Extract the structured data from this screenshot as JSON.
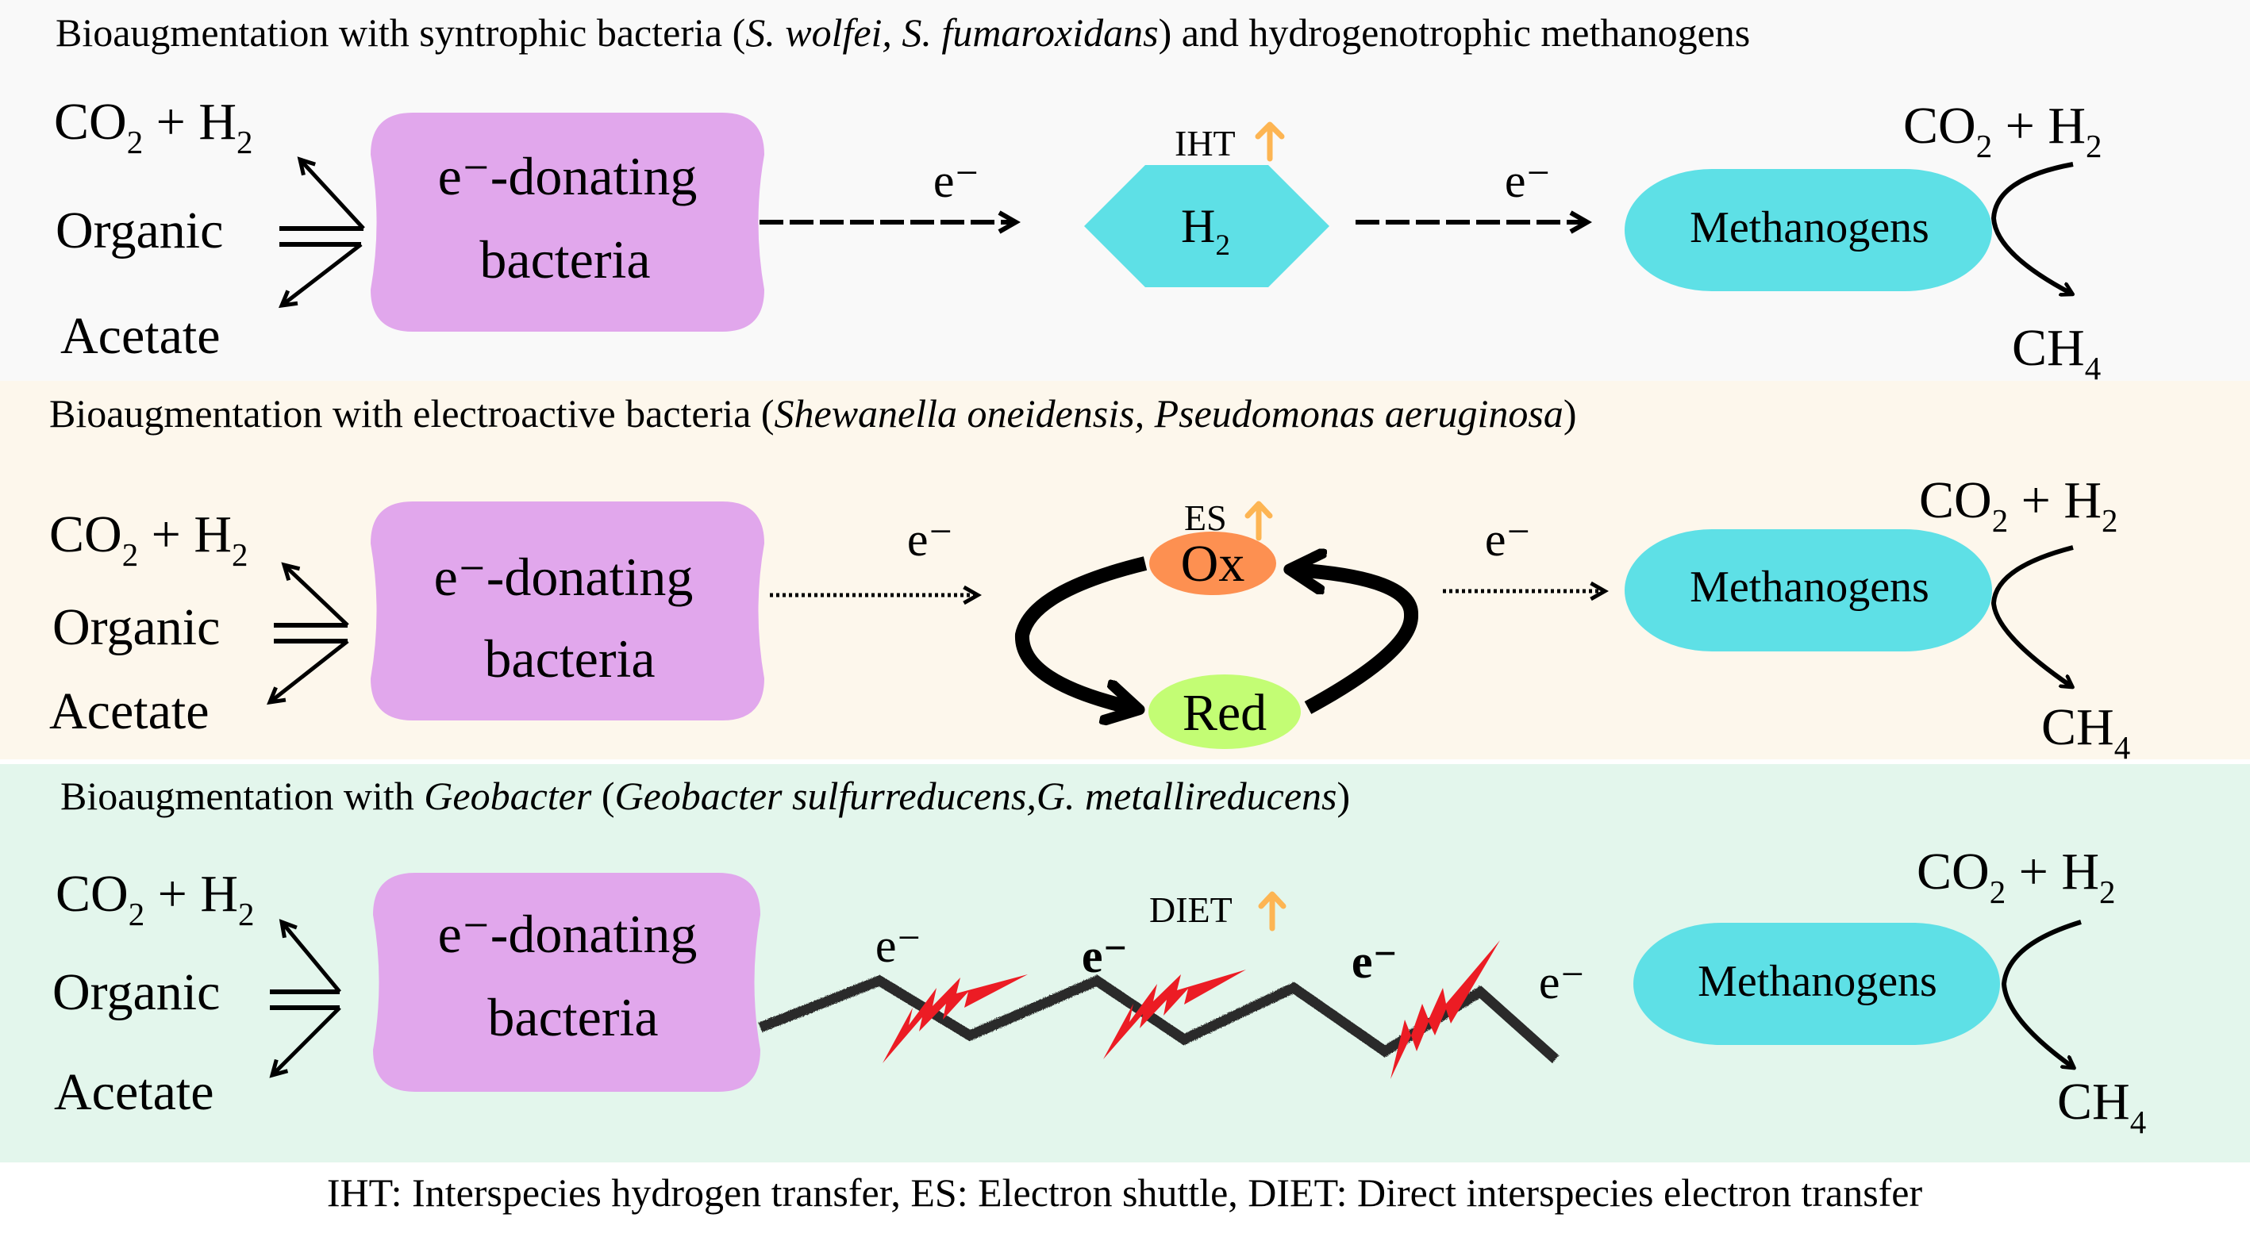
{
  "colors": {
    "band1_bg": "#f9f9f9",
    "band2_bg": "#fdf7ec",
    "band3_bg": "#e3f6ec",
    "donor_box": "#e1a7ec",
    "methanogen_box": "#5ee0e6",
    "h2_hexagon": "#5ee0e6",
    "ox_node": "#fd9051",
    "red_node": "#c3fd74",
    "increase_arrow": "#fdb553",
    "lightning": "#ec1c24",
    "nanowire": "#2a2a2a"
  },
  "common": {
    "donor_line1": "e⁻-donating",
    "donor_line2": "bacteria",
    "methanogens": "Methanogens",
    "electron": "e⁻",
    "substrate_co2": "CO",
    "substrate_h2": "H",
    "sub2": "2",
    "sub4": "4",
    "plus": " + ",
    "organic": "Organic",
    "acetate": "Acetate",
    "ch4": "CH"
  },
  "panels": [
    {
      "title_prefix": "Bioaugmentation with syntrophic bacteria (",
      "title_italic": "S. wolfei, S. fumaroxidans",
      "title_suffix": ") and hydrogenotrophic methanogens",
      "mediator": "H",
      "mediator_sub": "2",
      "mechanism_tag": "IHT",
      "arrow_style": "dashed"
    },
    {
      "title_prefix": "Bioaugmentation with electroactive bacteria (",
      "title_italic": "Shewanella oneidensis, Pseudomonas aeruginosa",
      "title_suffix": ")",
      "ox_label": "Ox",
      "red_label": "Red",
      "mechanism_tag": "ES",
      "arrow_style": "dotted"
    },
    {
      "title_prefix": "Bioaugmentation with ",
      "title_italic_1": "Geobacter",
      "title_mid": " (",
      "title_italic": "Geobacter sulfurreducens,G. metallireducens",
      "title_suffix": ")",
      "mechanism_tag": "DIET",
      "arrow_style": "nanowire"
    }
  ],
  "footer": "IHT: Interspecies hydrogen transfer,  ES: Electron shuttle, DIET: Direct interspecies electron transfer"
}
